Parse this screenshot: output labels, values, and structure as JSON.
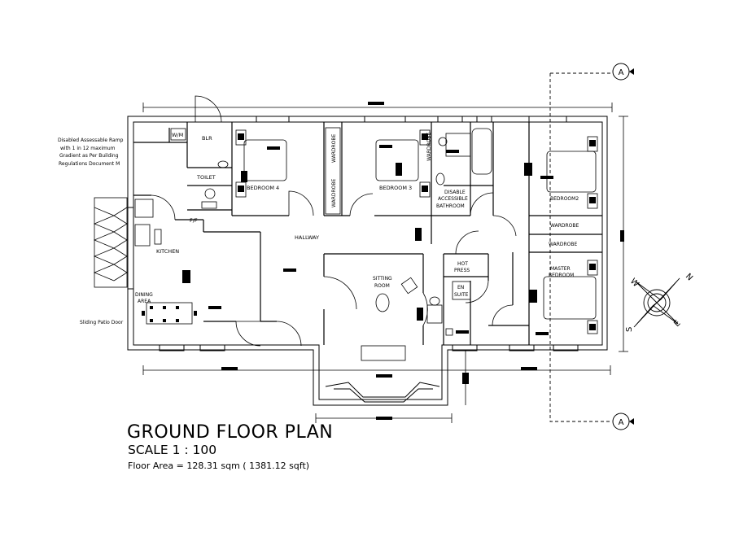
{
  "plan": {
    "title": "GROUND FLOOR PLAN",
    "scale": "SCALE 1 : 100",
    "floor_area": "Floor Area = 128.31 sqm ( 1381.12 sqft)"
  },
  "rooms": {
    "wm": "W/M",
    "blr": "BLR",
    "toilet": "TOILET",
    "ff": "F/F",
    "kitchen": "KITCHEN",
    "dining_1": "DINING",
    "dining_2": "AREA",
    "bedroom4": "BEDROOM 4",
    "bedroom3": "BEDROOM 3",
    "wardrobe_v1": "WARDROBE",
    "wardrobe_v2": "WARDROBE",
    "wardrobe_v3": "WARDROBE",
    "bathroom_1": "DISABLE",
    "bathroom_2": "ACCESSIBLE",
    "bathroom_3": "BATHROOM",
    "bedroom2": "BEDROOM2",
    "wardrobe_h1": "WARDROBE",
    "wardrobe_h2": "WARDROBE",
    "master_1": "MASTER",
    "master_2": "BEDROOM",
    "hallway": "HALLWAY",
    "sitting_1": "SITTING",
    "sitting_2": "ROOM",
    "hotpress_1": "HOT",
    "hotpress_2": "PRESS",
    "ensuite_1": "EN",
    "ensuite_2": "SUITE"
  },
  "notes": {
    "ramp_1": "Disabled Assessable Ramp",
    "ramp_2": "with 1 in 12 maximum",
    "ramp_3": "Gradient as Per Building",
    "ramp_4": "Regulations Document M",
    "patio": "Sliding Patio Door"
  },
  "section_marker": {
    "top": "A",
    "bottom": "A"
  },
  "compass": {
    "n": "N",
    "s": "S",
    "e": "E",
    "w": "W"
  }
}
